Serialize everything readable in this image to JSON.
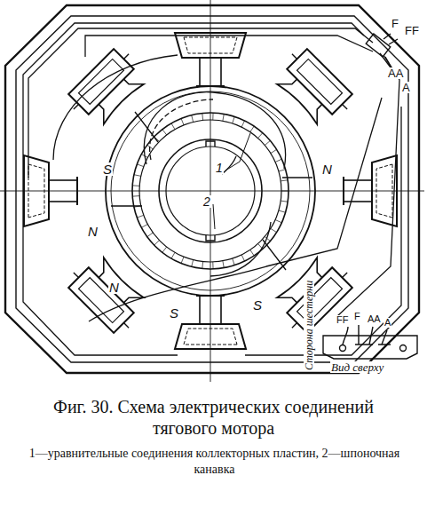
{
  "diagram": {
    "caption": "Фиг. 30. Схема электрических соединений тягового мотора",
    "labels": [
      "F",
      "FF",
      "AA",
      "A",
      "S",
      "N",
      "1",
      "2",
      "N",
      "N",
      "S",
      "S",
      "FF",
      "F",
      "AA",
      "A",
      "Сторона шестерни",
      "Вид сверху",
      "1—уравнительные соединения коллекторных пластин, 2—шпоночная канавка"
    ]
  }
}
